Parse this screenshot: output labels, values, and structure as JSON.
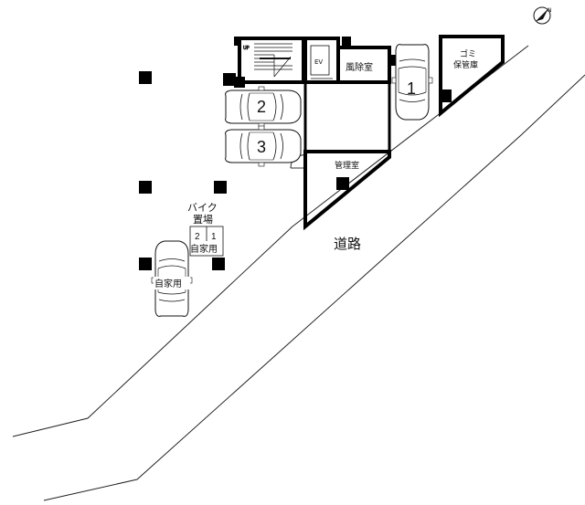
{
  "labels": {
    "road": "道路",
    "wind_room": "風除室",
    "management_room": "管理室",
    "garbage_line1": "ゴミ",
    "garbage_line2": "保管庫",
    "elevator": "EV",
    "stairs_up": "UP",
    "bike_line1": "バイク",
    "bike_line2": "置場",
    "private_use": "自家用",
    "car_private": "自家用",
    "bike_slot_2": "2",
    "bike_slot_1": "1"
  },
  "parking": {
    "spot_1": "1",
    "spot_2": "2",
    "spot_3": "3"
  },
  "icons": {
    "north": "north-arrow-icon"
  },
  "colors": {
    "line": "#111111",
    "wall": "#000000",
    "background": "#ffffff"
  }
}
